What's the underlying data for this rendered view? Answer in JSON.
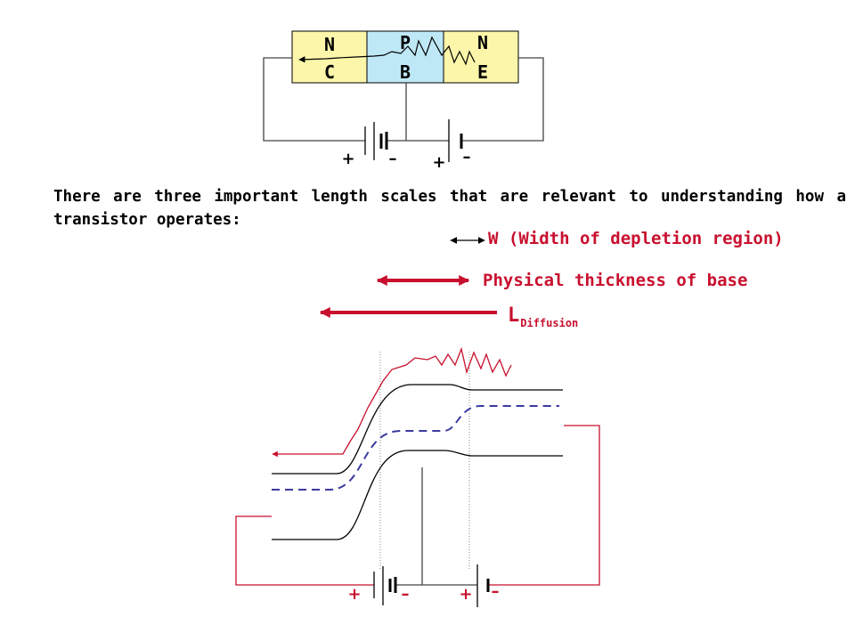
{
  "transistor": {
    "regions": [
      {
        "type": "N",
        "terminal": "C",
        "color": "#fbf6a9"
      },
      {
        "type": "P",
        "terminal": "B",
        "color": "#bfe8f7"
      },
      {
        "type": "N",
        "terminal": "E",
        "color": "#fbf6a9"
      }
    ]
  },
  "bias": {
    "plus": "+",
    "minus": "–"
  },
  "description": "There are three important length scales that are relevant to understanding how a transistor operates:",
  "length_scales": [
    {
      "label": "W (Width of depletion region)",
      "subscript": "",
      "arrow_color": "#000000",
      "text_color": "#c8102e"
    },
    {
      "label": "Physical thickness of base",
      "subscript": "",
      "arrow_color": "#c8102e",
      "text_color": "#c8102e"
    },
    {
      "label": "L",
      "subscript": "Diffusion",
      "arrow_color": "#c8102e",
      "text_color": "#c8102e"
    }
  ],
  "colors": {
    "wire": "#444444",
    "accent": "#c8102e",
    "fermi": "#3b3aa0",
    "band": "#000000"
  }
}
